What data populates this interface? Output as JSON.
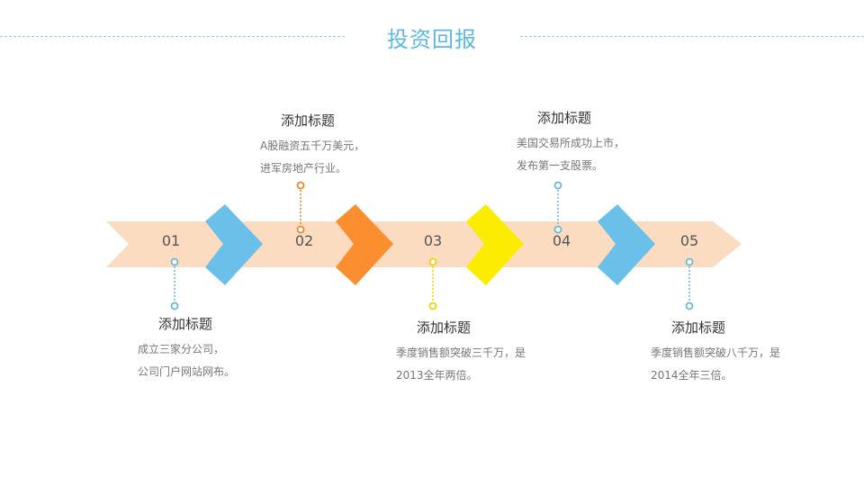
{
  "title": "投资回报",
  "colors": {
    "band": "#fcdcc0",
    "blue": "#6bc0ea",
    "orange": "#fb8f2f",
    "yellow": "#fcec00",
    "connector_blue": "#6bb6dc",
    "connector_orange": "#e98a2c",
    "connector_yellow": "#f2d200"
  },
  "steps": [
    {
      "num": "01",
      "heading": "添加标题",
      "lines": [
        "成立三家分公司，",
        "公司门户网站网布。"
      ]
    },
    {
      "num": "02",
      "heading": "添加标题",
      "lines": [
        "A股融资五千万美元，",
        "进军房地产行业。"
      ]
    },
    {
      "num": "03",
      "heading": "添加标题",
      "lines": [
        "季度销售额突破三千万，是",
        "2013全年两倍。"
      ]
    },
    {
      "num": "04",
      "heading": "添加标题",
      "lines": [
        "美国交易所成功上市，",
        "发布第一支股票。"
      ]
    },
    {
      "num": "05",
      "heading": "添加标题",
      "lines": [
        "季度销售额突破八千万，是",
        "2014全年三倍。"
      ]
    }
  ]
}
